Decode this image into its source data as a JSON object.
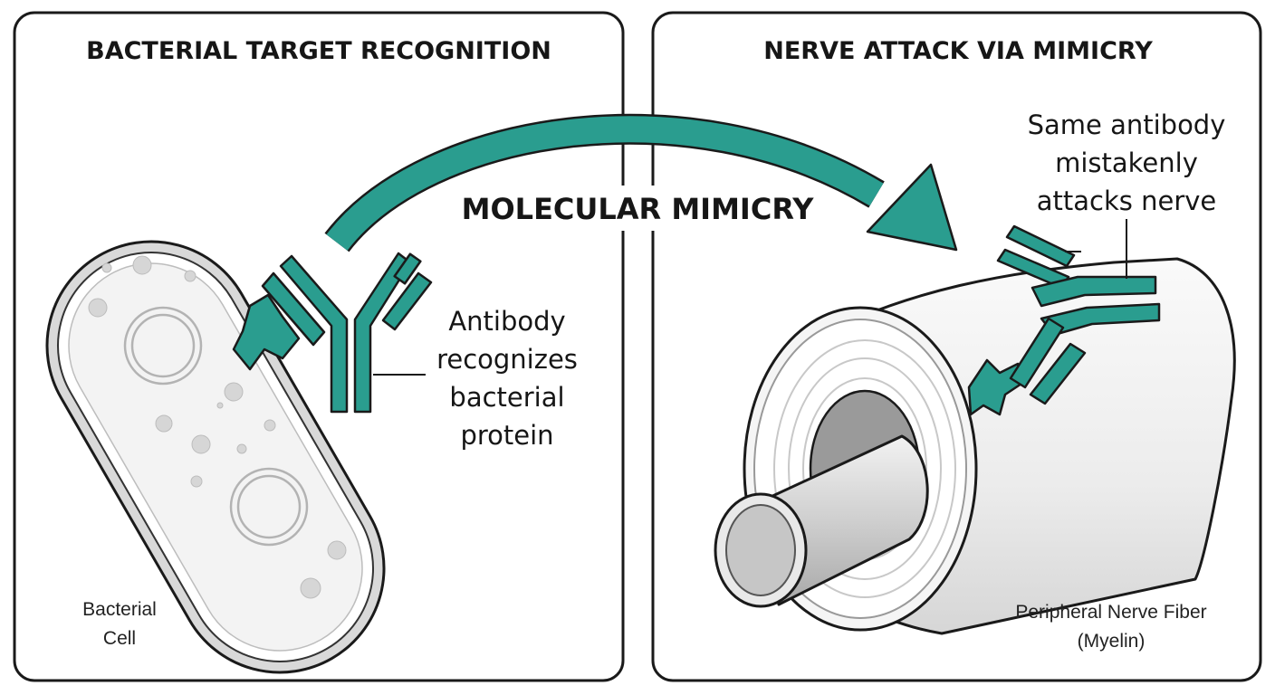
{
  "panels": {
    "left": {
      "title": "BACTERIAL TARGET RECOGNITION",
      "annotation": [
        "Antibody",
        "recognizes",
        "bacterial",
        "protein"
      ],
      "cell_label": [
        "Bacterial",
        "Cell"
      ]
    },
    "right": {
      "title": "NERVE ATTACK VIA MIMICRY",
      "annotation": [
        "Same antibody",
        "mistakenly",
        "attacks nerve"
      ],
      "fiber_label": [
        "Peripheral Nerve Fiber",
        "(Myelin)"
      ]
    }
  },
  "center_label": "MOLECULAR MIMICRY",
  "colors": {
    "accent": "#2a9d8f",
    "outline": "#1a1a1a",
    "membrane": "#d9d9d9",
    "fiber": "#ededed"
  }
}
